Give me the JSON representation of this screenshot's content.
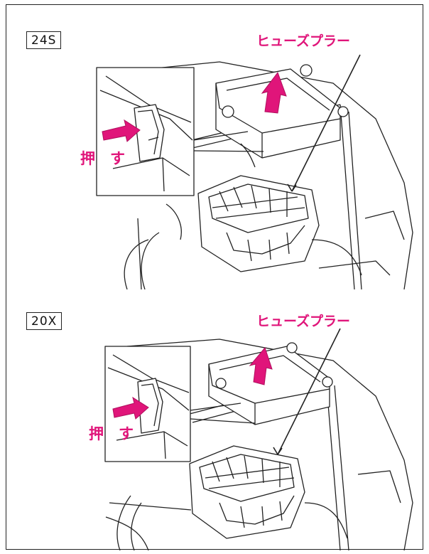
{
  "panels": [
    {
      "model": "24S",
      "callout": "ヒューズプラー",
      "push_label": "押　す"
    },
    {
      "model": "20X",
      "callout": "ヒューズプラー",
      "push_label": "押　す"
    }
  ],
  "colors": {
    "accent": "#e0157a",
    "line": "#222222"
  },
  "icons": [
    "up-arrow-icon",
    "push-arrow-icon"
  ]
}
